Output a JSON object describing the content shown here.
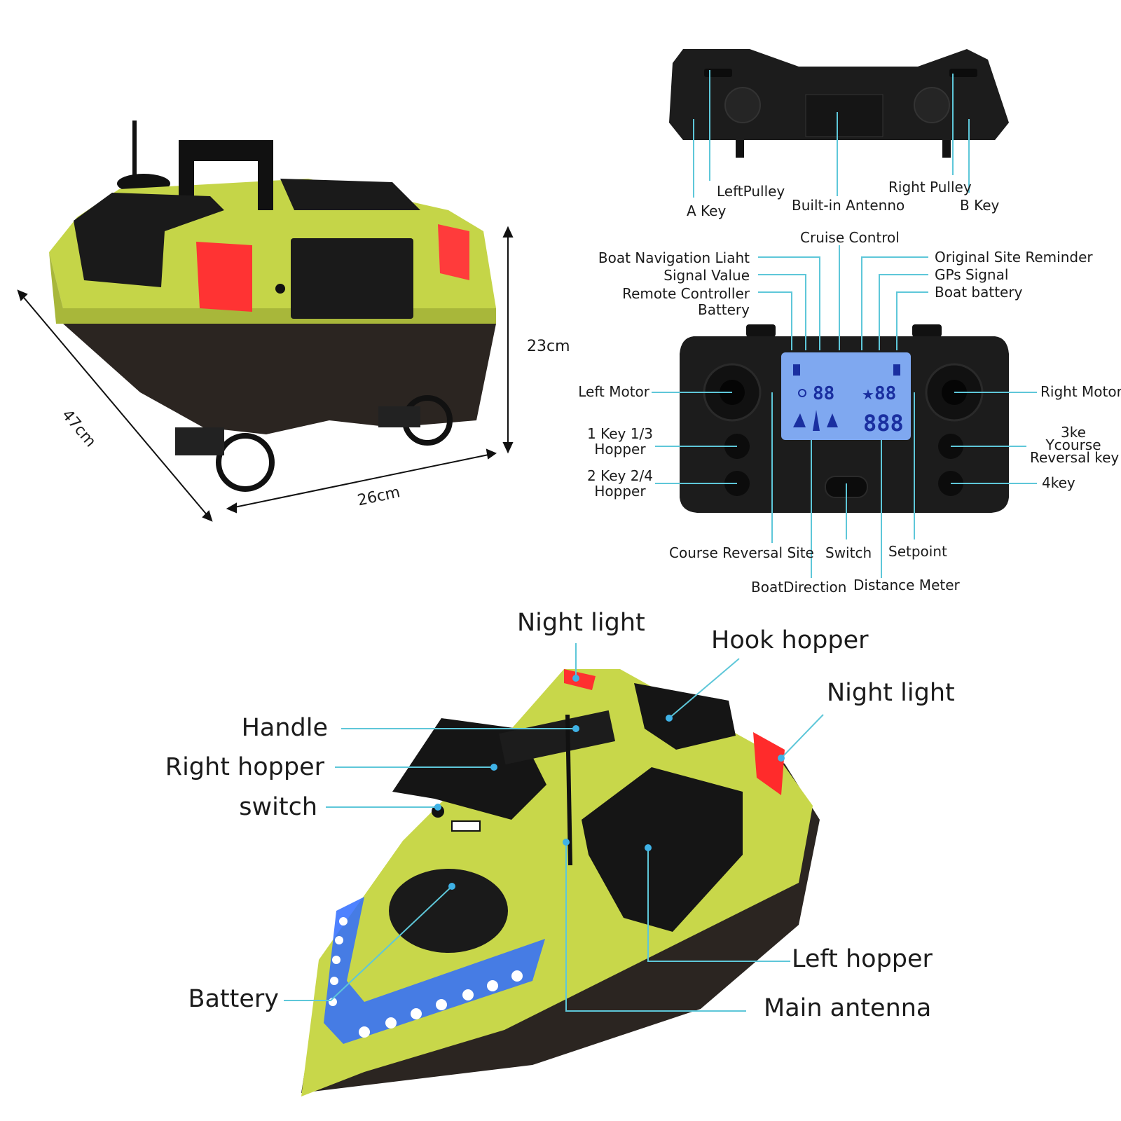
{
  "colors": {
    "hull_green": "#c7d64a",
    "hull_dark": "#2b2420",
    "callout_line": "#5ec7d9",
    "callout_dot": "#3fb2e6",
    "led_blue": "#2f6cff",
    "light_red": "#ff2b2b",
    "lcd_blue": "#7fa8f0"
  },
  "dimensions": {
    "length": "47cm",
    "width": "26cm",
    "height": "23cm"
  },
  "remote_back": {
    "left_pulley": "LeftPulley",
    "a_key": "A Key",
    "built_in_antenna": "Built-in Antenno",
    "right_pulley": "Right Pulley",
    "b_key": "B Key"
  },
  "remote_front": {
    "cruise_control": "Cruise Control",
    "boat_navigation_light": "Boat Navigation Liaht",
    "signal_value": "Signal Value",
    "remote_controller_battery_1": "Remote Controller",
    "remote_controller_battery_2": "Battery",
    "original_site_reminder": "Original Site Reminder",
    "gps_signal": "GPs Signal",
    "boat_battery": "Boat battery",
    "left_motor": "Left Motor",
    "right_motor": "Right Motor",
    "key1_1": "1 Key 1/3",
    "key1_2": "Hopper",
    "key2_1": "2 Key 2/4",
    "key2_2": "Hopper",
    "key3_1": "3ke",
    "key3_2": "Ycourse",
    "key3_3": "Reversal key",
    "key4": "4key",
    "course_reversal_site": "Course Reversal Site",
    "switch": "Switch",
    "setpoint": "Setpoint",
    "boat_direction": "BoatDirection",
    "distance_meter": "Distance Meter",
    "lcd_left_value": "88",
    "lcd_right_value": "88",
    "lcd_distance": "888"
  },
  "boat_top": {
    "night_light_1": "Night light",
    "hook_hopper": "Hook hopper",
    "night_light_2": "Night light",
    "handle": "Handle",
    "right_hopper": "Right hopper",
    "switch": "switch",
    "battery": "Battery",
    "left_hopper": "Left hopper",
    "main_antenna": "Main antenna"
  }
}
